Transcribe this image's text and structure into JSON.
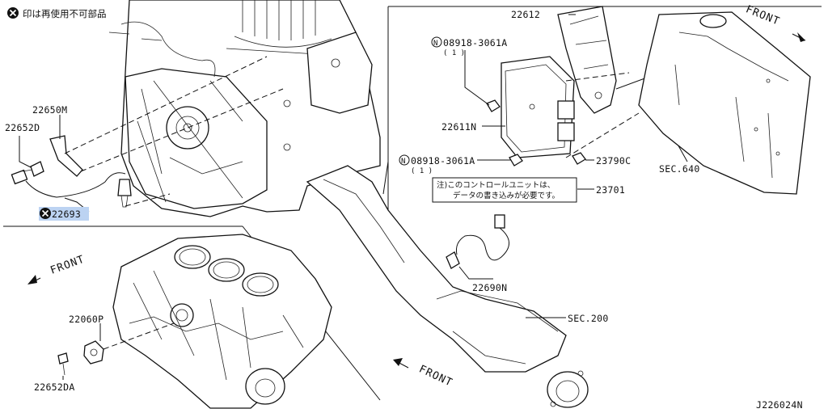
{
  "header": {
    "note_text": "印は再使用不可部品"
  },
  "labels": {
    "p22650M": "22650M",
    "p22652D": "22652D",
    "p22693": "22693",
    "p22060P": "22060P",
    "p22652DA": "22652DA",
    "p22612": "22612",
    "nut_a1_part": "08918-3061A",
    "nut_a1_qty": "( 1 )",
    "p22611N": "22611N",
    "nut_a2_part": "08918-3061A",
    "nut_a2_qty": "( 1 )",
    "p23790C": "23790C",
    "sec640": "SEC.640",
    "p23701": "23701",
    "note_line1": "注)このコントロールユニットは、",
    "note_line2": "データの書き込みが必要です。",
    "p22690N": "22690N",
    "sec200": "SEC.200",
    "front_upper_right": "FRONT",
    "front_lower_left": "FRONT",
    "front_bottom": "FRONT",
    "diagram_id": "J226024N"
  }
}
